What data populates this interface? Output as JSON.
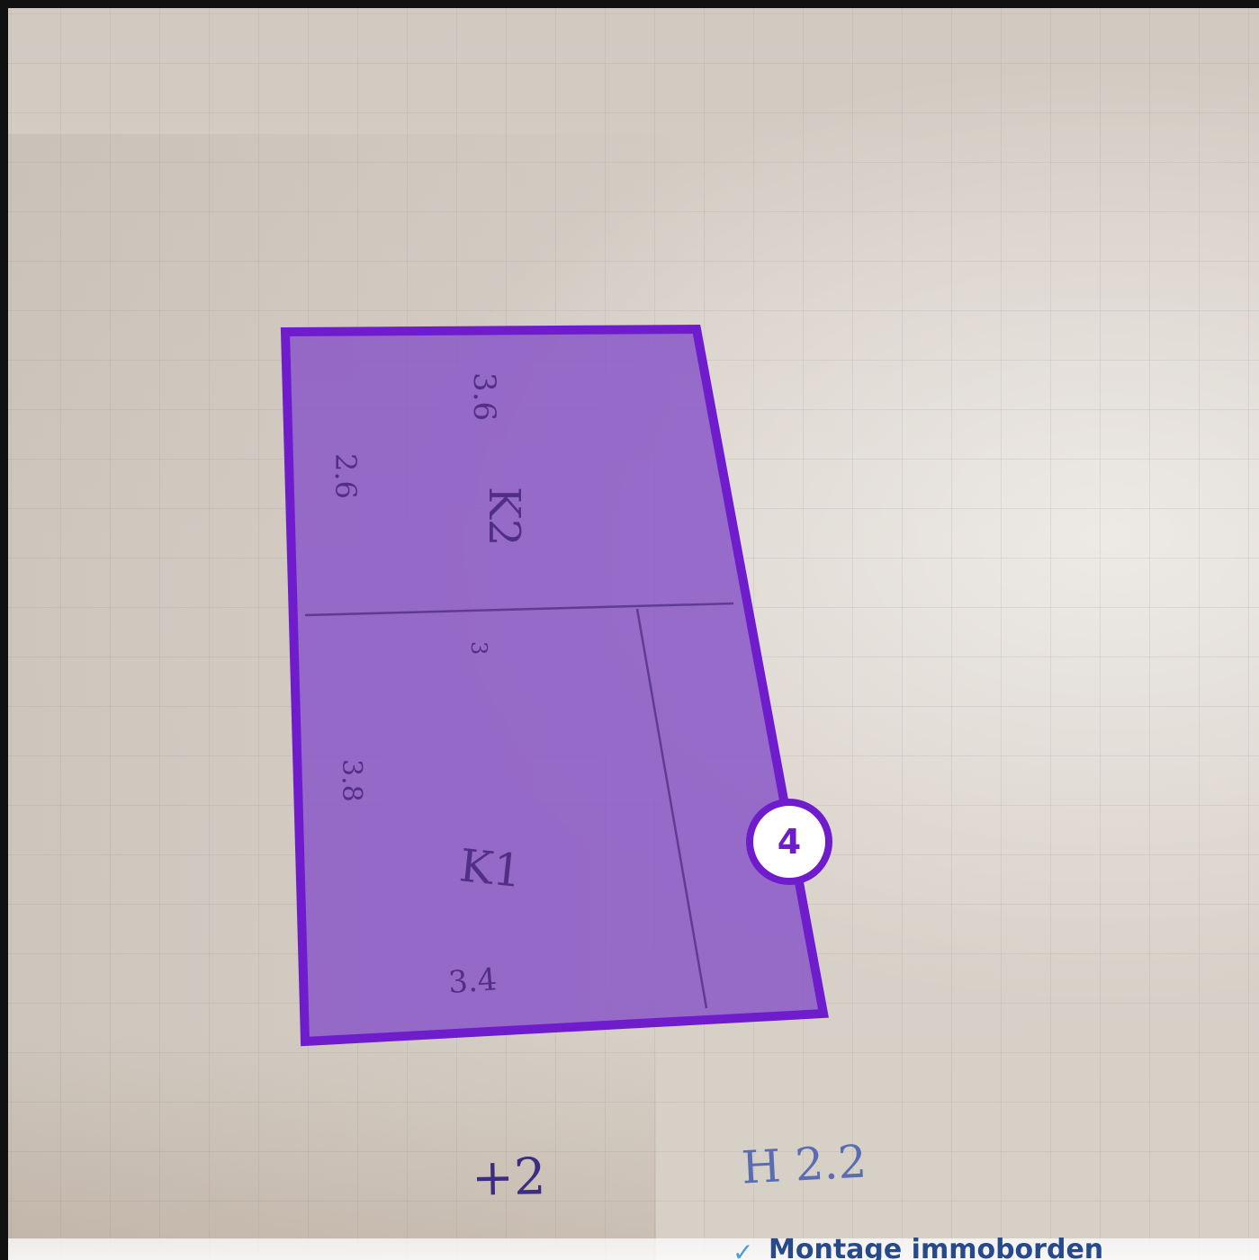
{
  "canvas": {
    "background_color": "#d8d1c8",
    "accent_color": "#6f1ccc",
    "fill_color": "#8a58c7"
  },
  "handwriting": {
    "top_left": "3.6",
    "left_mid": "2.6",
    "room_top": "K2",
    "middle_mark": "3",
    "left_bottom": "3.8",
    "room_bottom": "K1",
    "bottom_measure": "3.4"
  },
  "badge": {
    "number": "4"
  },
  "bottom_notes": {
    "left": "+2",
    "right": "H 2.2"
  },
  "footer": {
    "text": "Montage immoborden",
    "check_icon": "check-icon"
  }
}
